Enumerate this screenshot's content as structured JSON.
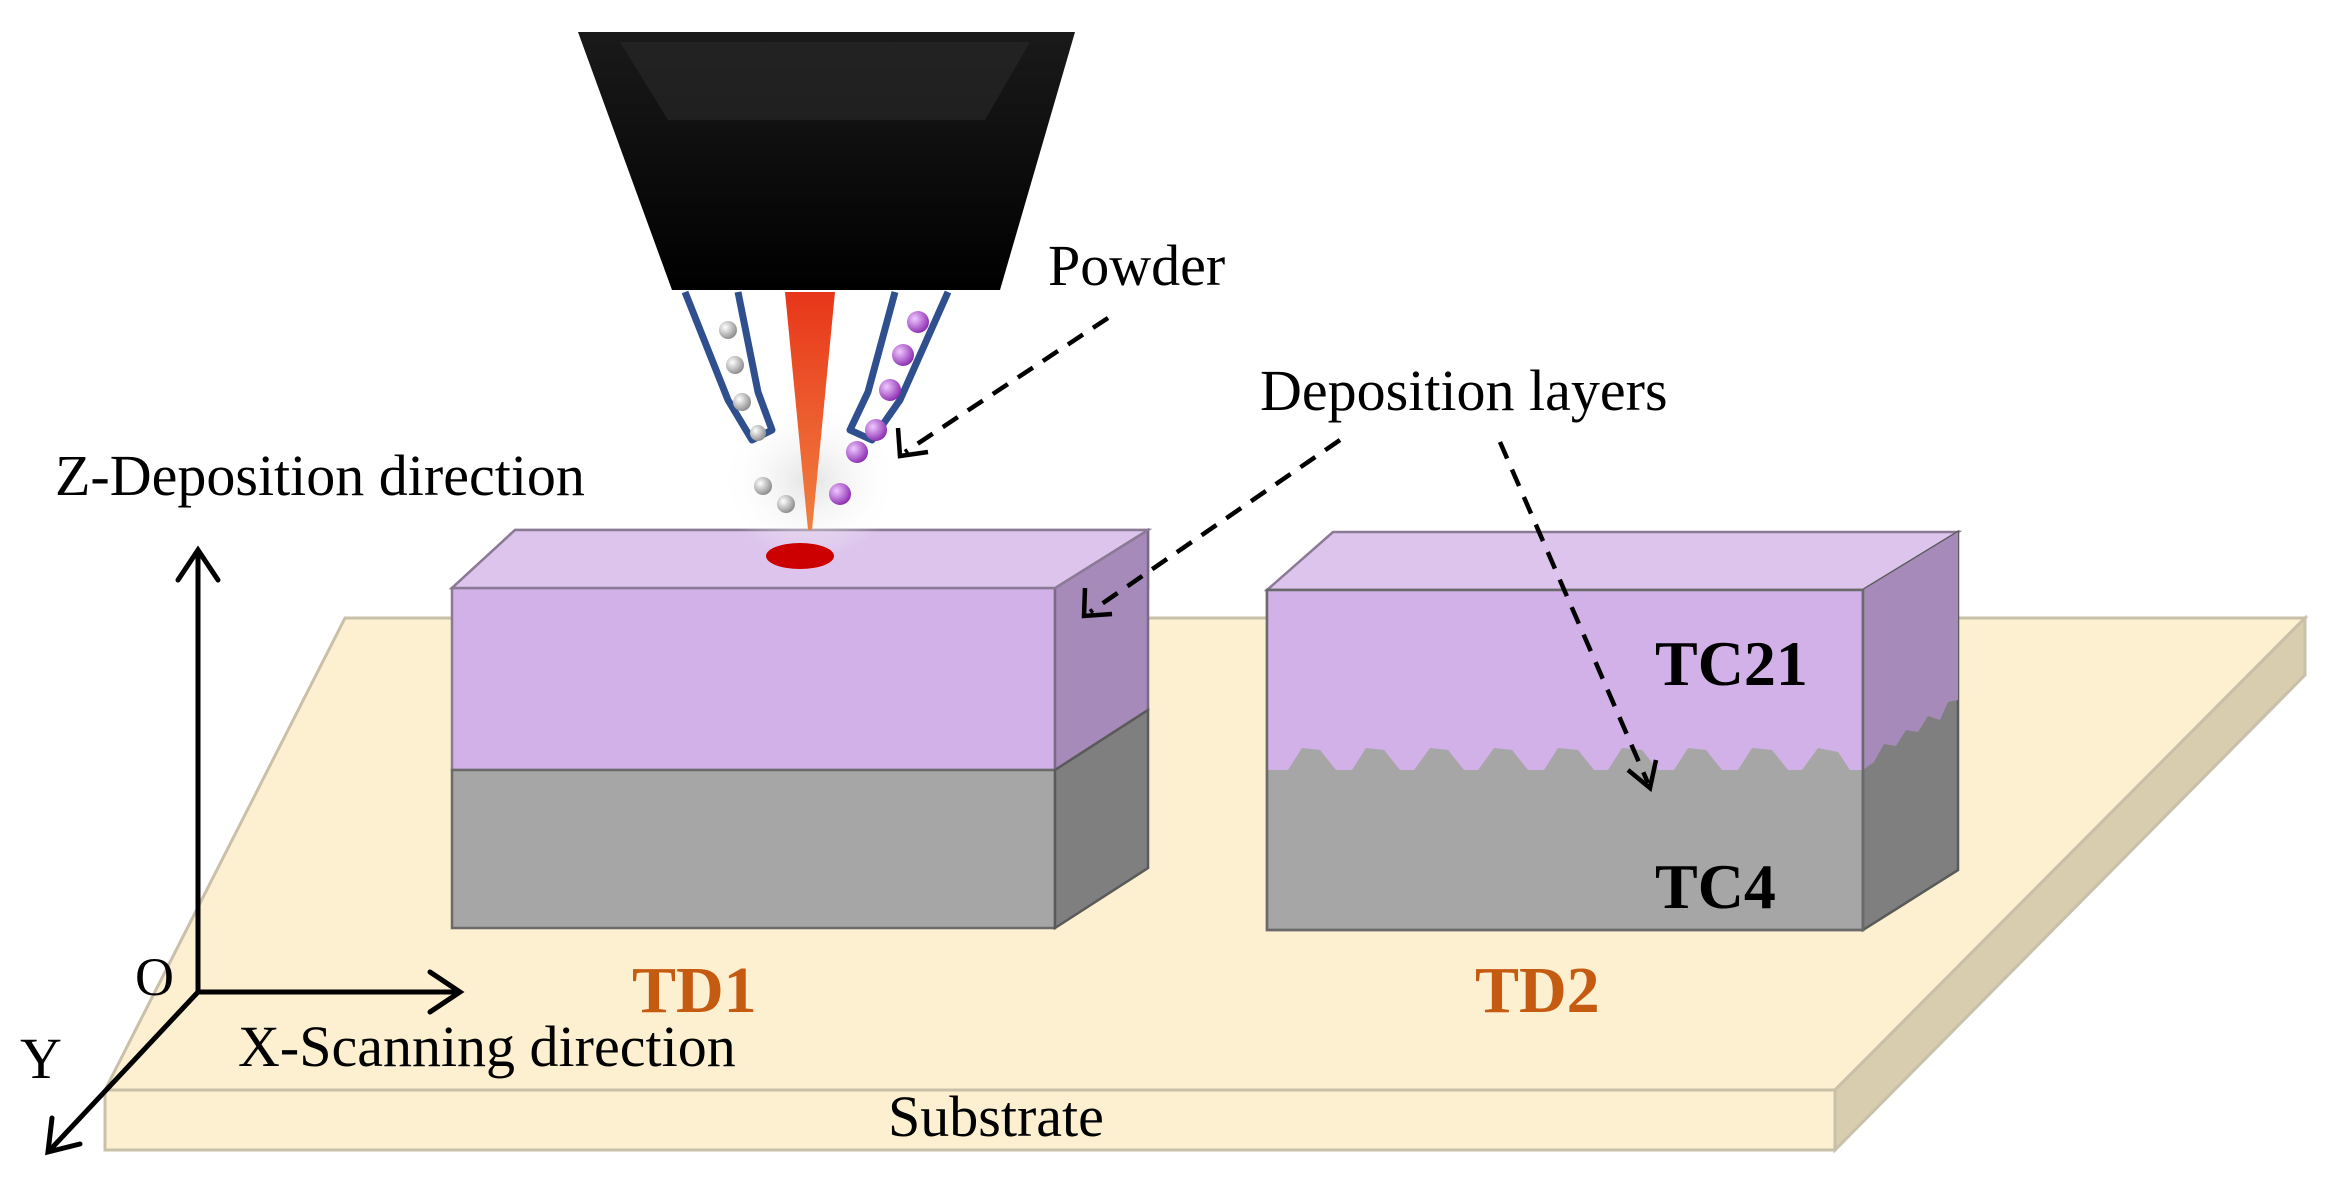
{
  "labels": {
    "powder": "Powder",
    "deposition_layers": "Deposition layers",
    "z_axis": "Z-Deposition direction",
    "x_axis": "X-Scanning direction",
    "y_axis": "Y",
    "origin": "O",
    "substrate": "Substrate",
    "td1": "TD1",
    "td2": "TD2",
    "tc21": "TC21",
    "tc4": "TC4"
  },
  "colors": {
    "nozzle": "#000000",
    "laser": "#e8361a",
    "melt_pool": "#cc0000",
    "feed_tube": "#2f4f8f",
    "powder_tc4": "#b5b5b5",
    "powder_tc21": "#b04ad0",
    "tc21_front": "#d1b1e8",
    "tc21_top": "#dcc4ec",
    "tc21_side": "#a68bba",
    "tc4_front": "#a6a6a6",
    "tc4_side": "#7f7f7f",
    "substrate_top": "#fdf0d0",
    "substrate_edge": "#d9cdb0",
    "sample_label": "#c55a11"
  }
}
